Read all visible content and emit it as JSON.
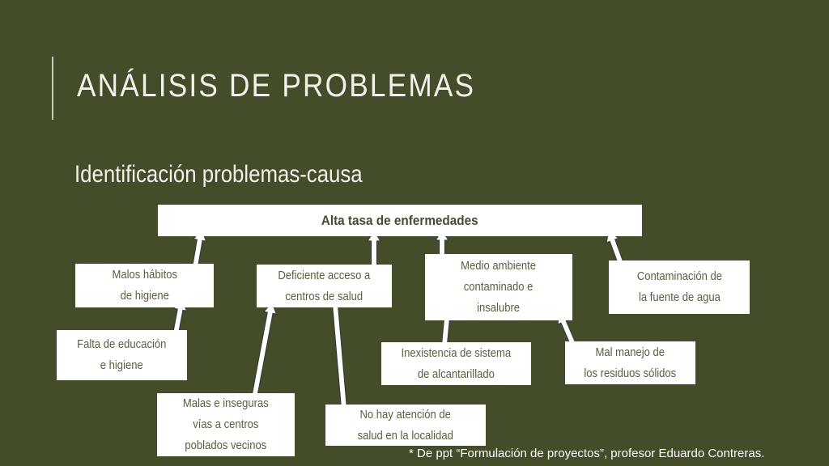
{
  "slide": {
    "title": "ANÁLISIS DE PROBLEMAS",
    "subtitle": "Identificación problemas-causa",
    "footnote": "* De ppt “Formulación de proyectos”, profesor Eduardo Contreras."
  },
  "diagram": {
    "main_problem": "Alta tasa de enfermedades",
    "causes": [
      "Malos hábitos\nde higiene",
      "Deficiente acceso a\ncentros de salud",
      "Medio ambiente\ncontaminado e\ninsalubre",
      "Contaminación de\nla fuente de agua"
    ],
    "sub_causes": [
      "Falta de educación\ne higiene",
      "Malas e inseguras\nvías a centros\npoblados vecinos",
      "No hay atención de\nsalud en la localidad",
      "Inexistencia de sistema\nde alcantarillado",
      "Mal manejo de\nlos residuos sólidos"
    ]
  },
  "colors": {
    "background": "#434d2a",
    "box_fill": "#ffffff",
    "text": "#5a5e40"
  }
}
